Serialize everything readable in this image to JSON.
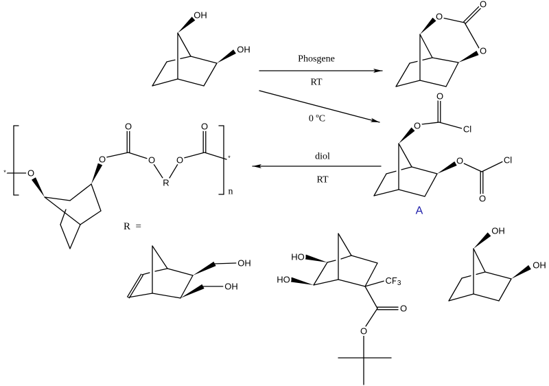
{
  "reaction1": {
    "reagent": "Phosgene",
    "condition": "RT"
  },
  "reaction2": {
    "condition": "0 ºC"
  },
  "reaction3": {
    "reagent": "diol",
    "condition": "RT"
  },
  "compound_label": "A",
  "r_definition": "R  =",
  "starting_diol": {
    "oh1": "OH",
    "oh2": "OH"
  },
  "cyclic_carbonate": {
    "o_ring1": "O",
    "o_ring2": "O",
    "o_carbonyl": "O"
  },
  "bis_chloroformate": {
    "o1": "O",
    "o1_carbonyl": "O",
    "cl1": "Cl",
    "o2": "O",
    "o2_carbonyl": "O",
    "cl2": "Cl"
  },
  "polymer": {
    "end_left": "*",
    "o_left": "O",
    "o_chain": "O",
    "o_carbonyl1": "O",
    "o_ester1": "O",
    "r_group": "R",
    "o_ester2": "O",
    "o_carbonyl2": "O",
    "end_right": "*",
    "repeat": "n"
  },
  "diol_norbornene": {
    "oh1": "OH",
    "oh2": "OH"
  },
  "diol_cf3": {
    "ho1": "HO",
    "ho2": "HO",
    "cf3": "CF",
    "cf3_sub": "3",
    "o_carbonyl": "O",
    "o_ester": "O"
  },
  "diol_norbornane": {
    "oh1": "OH",
    "oh2": "OH"
  }
}
